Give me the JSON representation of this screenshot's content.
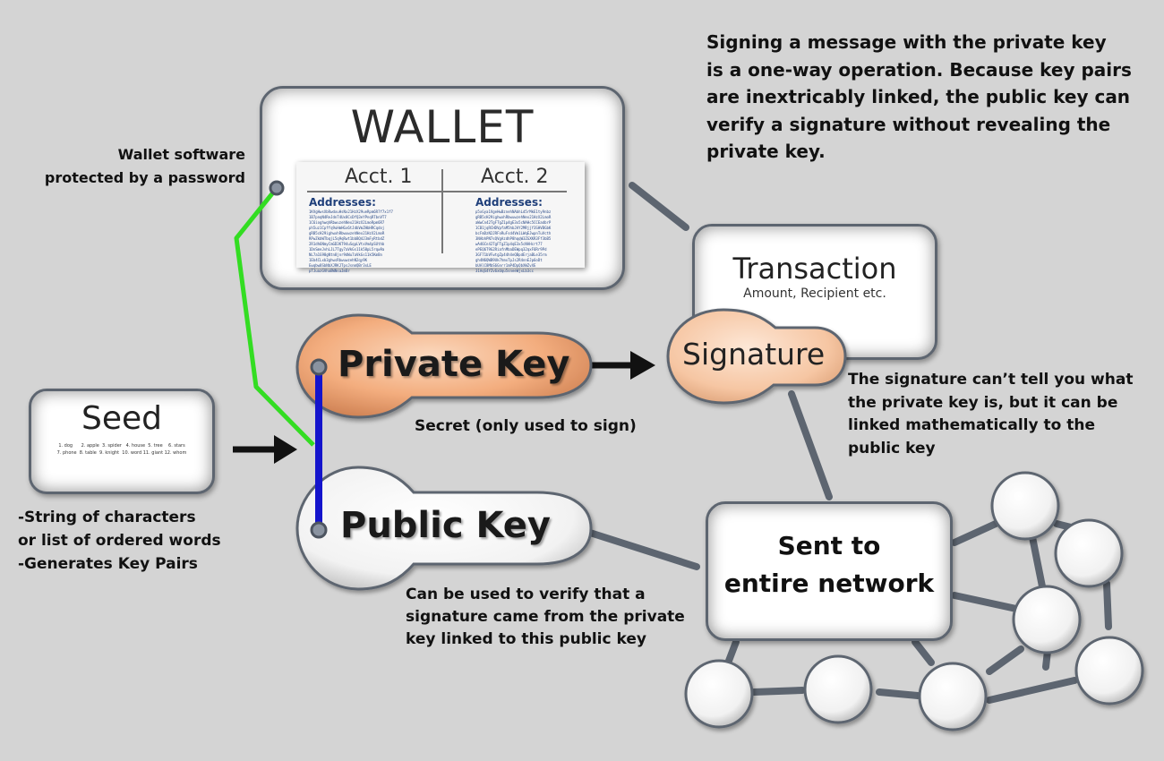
{
  "colors": {
    "background": "#d4d4d4",
    "box_border": "#5d6570",
    "private_key_fill": "#f0a878",
    "signature_fill": "#f7c8a6",
    "password_link": "#33dd22",
    "key_pair_link": "#1414cc",
    "connector": "#5d6570"
  },
  "wallet": {
    "title": "WALLET",
    "accounts": [
      {
        "label": "Acct. 1",
        "addresses_heading": "Addresses:",
        "address_lines": [
          "1KVgHwsXbRwdxuHsNx21HzX29ueRpm6R7f7x1f7",
          "1B7pnqN4ReJdnT4Ux8CsDfQ3eYPnqRTbnVT7",
          "1C6ioghwqhRbwuzehNex21HzX2LmoRpm6R7",
          "ph5uz1Cpffq9uHmHGx6tJdbVmZHbHRCqdoj",
          "gRB5cH29ighwxhRbwuwzehNex21HzX2LmoR",
          "RPwZkbWTbqjL5q9qRwt1bbBQ4J3mFyRtbdZ",
          "2R1dh6NmyCmGD3KT94uSqpLVtxVm4pSUthb",
          "1DnSmeJvhLJL7Tgy7aVkGs11k58pL5rqw9a",
          "NL7a1G98gNtn8jnr9dWu7aVkGs11k5KmBn",
          "1Eb4CLxb3ghwsRbwuwzehN2qy9K",
          "Ewqbw8SbNbXJRKJTpsJsnmQBr3xLE",
          "pTJuazGVhaBWNsaJmBr"
        ]
      },
      {
        "label": "Acct. 2",
        "addresses_heading": "Addresses:",
        "address_lines": [
          "p5xGya1VgeHwBznehNAbhLd5rMkE1ty9nbz",
          "gRB5cH29ighwxhRbwuwzehNex21HzX2LmoR",
          "aWwCn42TgFTgZ1p4gE3x5cNAHc5CCEadbrP",
          "1CB1jqRCHDVpfaM5hbJAY2MRjjY3SHVBGbK",
          "bcFmDzN2JRFoRuFsd4Vm1LWqEJwpnTuVcth",
          "3NAbhPN7sQVgAzdhP8hqqW3ZGXKR3Ff3bB5",
          "wA46Cn42TgFTgZ1p4qE3x5cNAHcrt77",
          "ePEQ6T9G2RiafnMbaDEWpq32qxF6Rr9Pd",
          "3GF71bVFwtgZp44h4eQBpdErjaBLe35rm",
          "gh4N6QWB9Uk7hmxTpJs2R4nnEJp6oDt",
          "bUAlC8MbS6Gnrr1mP4DpQbXWZvXE",
          "31AqS4YZv6xUqu5sneeWjxLb3cc"
        ]
      }
    ]
  },
  "notes": {
    "signing": [
      "Signing a message with the private key",
      "is a one-way operation. Because key pairs",
      "are inextricably linked, the public key can",
      "verify a signature without revealing the",
      "private key."
    ],
    "wallet_software": [
      "Wallet software",
      "protected by a password"
    ],
    "seed_description": [
      "-String of characters",
      "or list of ordered words",
      "-Generates Key Pairs"
    ],
    "private_key_caption": "Secret (only used to sign)",
    "public_key_caption": [
      "Can be used to verify that a",
      "signature came from the private",
      "key linked to this public key"
    ],
    "signature_note": [
      "The signature can’t tell you what",
      "the private key is, but it can be",
      "linked mathematically to the",
      "public key"
    ]
  },
  "seed": {
    "title": "Seed",
    "words_line1": "1. dog      2. apple  3. spider   4. house  5. tree    6. stars",
    "words_line2": "7. phone  8. table  9. knight  10. word 11. giant 12. whom"
  },
  "private_key": {
    "label": "Private Key"
  },
  "public_key": {
    "label": "Public Key"
  },
  "transaction": {
    "title": "Transaction",
    "subtitle": "Amount, Recipient etc."
  },
  "signature": {
    "label": "Signature"
  },
  "network": {
    "line1": "Sent to",
    "line2": "entire network"
  }
}
